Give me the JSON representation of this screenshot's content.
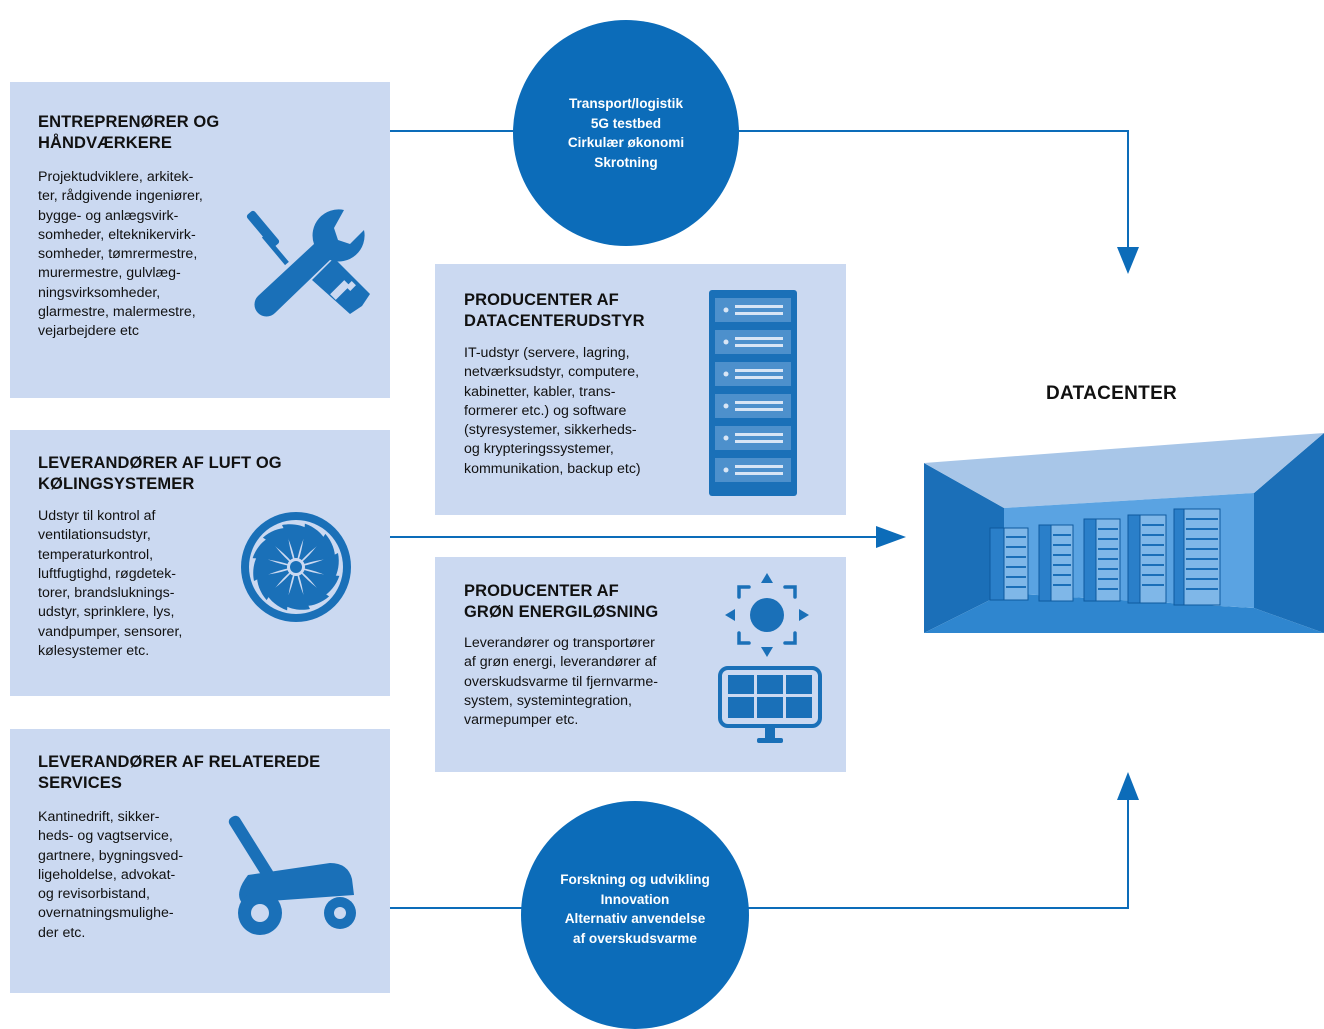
{
  "boxes": {
    "entreprenoerer": {
      "title": "ENTREPRENØRER OG\nHÅNDVÆRKERE",
      "body": "Projektudviklere, arkitek-\nter, rådgivende ingeniører,\nbygge- og anlægsvirk-\nsomheder, elteknikervirk-\nsomheder, tømrermestre,\nmurermestre, gulvlæg-\nningsvirksomheder,\nglarmestre, malermestre,\nvejarbejdere etc",
      "icon": "wrench-screwdriver-icon"
    },
    "luft_koeling": {
      "title": "LEVERANDØRER AF LUFT OG\nKØLINGSYSTEMER",
      "body": "Udstyr til kontrol af\nventilationsudstyr,\ntemperaturkontrol,\nluftfugtighd, røgdetek-\ntorer, brandsluknings-\nudstyr, sprinklere, lys,\nvandpumper, sensorer,\nkølesystemer etc.",
      "icon": "fan-icon"
    },
    "relaterede_services": {
      "title": "LEVERANDØRER AF RELATEREDE\nSERVICES",
      "body": "Kantinedrift, sikker-\nheds- og vagtservice,\ngartnere, bygningsved-\nligeholdelse, advokat-\nog revisorbistand,\novernatningsmulighe-\nder etc.",
      "icon": "lawnmower-icon"
    },
    "datacenterudstyr": {
      "title": "PRODUCENTER AF\nDATACENTERUDSTYR",
      "body": "IT-udstyr (servere, lagring,\nnetværksudstyr, computere,\nkabinetter, kabler, trans-\nformerer etc.) og software\n(styresystemer, sikkerheds-\nog krypteringssystemer,\nkommunikation, backup etc)",
      "icon": "server-rack-icon"
    },
    "groen_energi": {
      "title": "PRODUCENTER AF\nGRØN ENERGILØSNING",
      "body": "Leverandører og transportører\naf grøn energi, leverandører af\noverskudsvarme til fjernvarme-\nsystem, systemintegration,\nvarmepumper etc.",
      "icons": [
        "sun-icon",
        "solar-panel-icon"
      ]
    }
  },
  "circles": {
    "top": [
      "Transport/logistik",
      "5G testbed",
      "Cirkulær økonomi",
      "Skrotning"
    ],
    "bottom": [
      "Forskning og udvikling",
      "Innovation",
      "Alternativ anvendelse",
      "af overskudsvarme"
    ]
  },
  "datacenter": {
    "title": "DATACENTER",
    "icon": "datacenter-hall-icon"
  },
  "colors": {
    "box_fill": "#cbd9f1",
    "accent_blue": "#0c6cb9",
    "icon_blue": "#1a70b8"
  }
}
